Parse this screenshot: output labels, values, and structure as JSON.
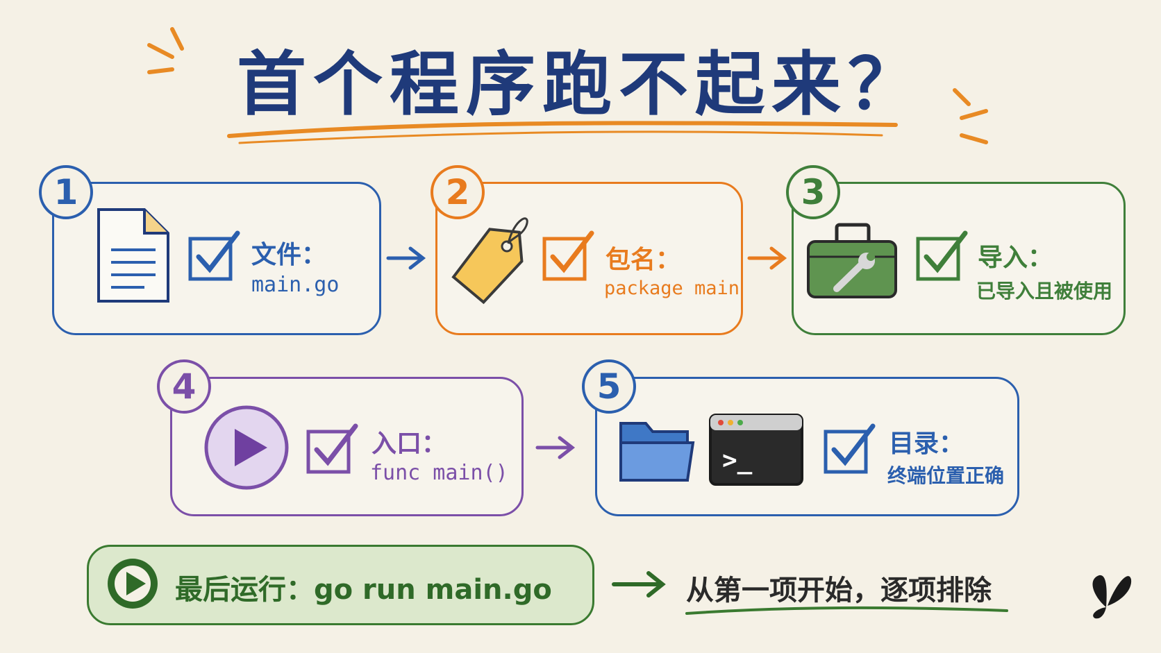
{
  "title": "首个程序跑不起来？",
  "steps": [
    {
      "num": "1",
      "label": "文件：",
      "detail": "main.go",
      "icon": "document-icon",
      "color": "#2b5fae"
    },
    {
      "num": "2",
      "label": "包名：",
      "detail": "package main",
      "icon": "tag-icon",
      "color": "#e87b1e"
    },
    {
      "num": "3",
      "label": "导入：",
      "detail": "已导入且被使用",
      "icon": "toolbox-icon",
      "color": "#3f7f3a"
    },
    {
      "num": "4",
      "label": "入口：",
      "detail": "func main()",
      "icon": "play-icon",
      "color": "#7b4fa8"
    },
    {
      "num": "5",
      "label": "目录：",
      "detail": "终端位置正确",
      "icon": "folder-terminal-icon",
      "color": "#2b5fae"
    }
  ],
  "final": {
    "text": "最后运行：go run main.go",
    "hint": "从第一项开始，逐项排除",
    "color": "#3a7a30"
  },
  "terminal_prompt": ">_"
}
